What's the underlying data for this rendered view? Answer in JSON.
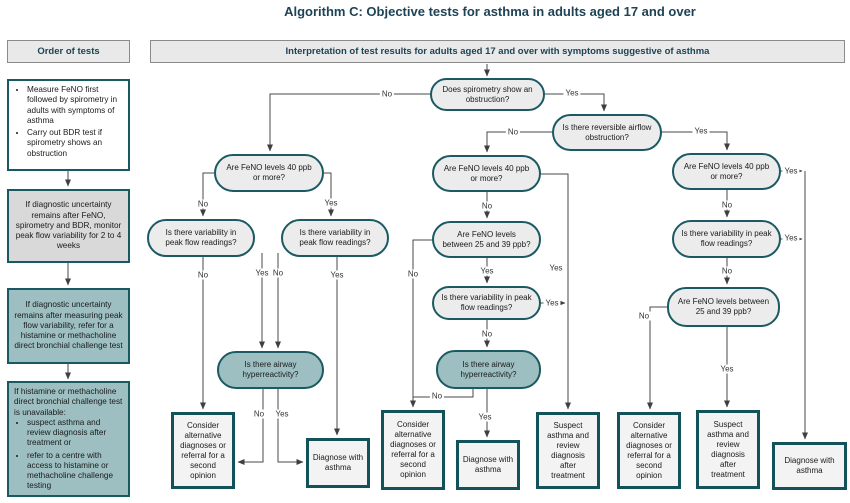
{
  "title": "Algorithm C: Objective tests for asthma in adults aged 17 and over",
  "labels": {
    "yes": "Yes",
    "no": "No"
  },
  "colors": {
    "title_text": "#1d4355",
    "teal_border": "#175a63",
    "teal_fill": "#9dbfc1",
    "node_fill": "#ececec",
    "header_fill": "#e9e9e9",
    "gray_fill": "#d9d9d9",
    "connector": "#4a4a4a"
  },
  "left_panel": {
    "header": "Order of tests",
    "box1": {
      "bullet1": "Measure FeNO first followed by spirometry in adults with symptoms of asthma",
      "bullet2": "Carry out BDR test if spirometry shows an obstruction"
    },
    "box2": "If diagnostic uncertainty remains after FeNO, spirometry and BDR, monitor peak flow variability for 2 to 4 weeks",
    "box3": "If diagnostic uncertainty remains after measuring peak flow variability, refer for a histamine or methacholine direct bronchial challenge test",
    "box4": {
      "intro": "If histamine or methacholine direct bronchial challenge test is unavailable:",
      "bullet1": "suspect asthma and review diagnosis after treatment or",
      "bullet2": "refer to a centre with access to histamine or methacholine challenge testing"
    }
  },
  "flowchart": {
    "header": "Interpretation of test results for adults aged 17 and over with symptoms suggestive of asthma",
    "nodes": {
      "spirometry": "Does spirometry show an obstruction?",
      "reversible": "Is there reversible airflow obstruction?",
      "feno_40": "Are FeNO levels 40 ppb or more?",
      "feno_25_39": "Are FeNO levels between 25 and 39 ppb?",
      "pef_variability": "Is there variability in peak flow readings?",
      "hyperreactivity": "Is there airway hyperreactivity?"
    },
    "outcomes": {
      "consider": "Consider alternative diagnoses or referral for a second opinion",
      "diagnose": "Diagnose with asthma",
      "suspect": "Suspect asthma and review diagnosis after treatment"
    }
  }
}
